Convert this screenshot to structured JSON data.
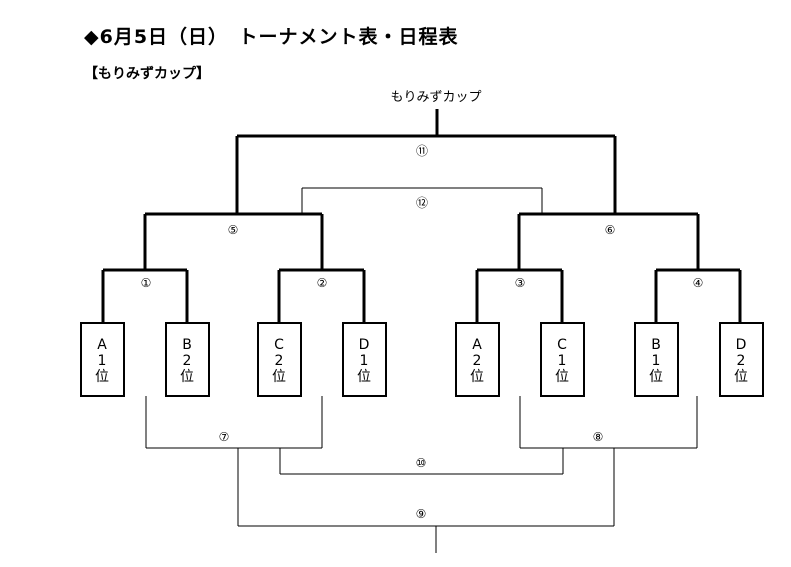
{
  "page": {
    "title": "◆6月5日（日）　トーナメント表・日程表",
    "subtitle": "【もりみずカップ】"
  },
  "bracket": {
    "winner_label": "もりみずカップ",
    "match_numbers": {
      "m1": "①",
      "m2": "②",
      "m3": "③",
      "m4": "④",
      "m5": "⑤",
      "m6": "⑥",
      "m7": "⑦",
      "m8": "⑧",
      "m9": "⑨",
      "m10": "⑩",
      "m11": "⑪",
      "m12": "⑫"
    },
    "teams": [
      {
        "group": "A",
        "rank": "1",
        "suffix": "位"
      },
      {
        "group": "B",
        "rank": "2",
        "suffix": "位"
      },
      {
        "group": "C",
        "rank": "2",
        "suffix": "位"
      },
      {
        "group": "D",
        "rank": "1",
        "suffix": "位"
      },
      {
        "group": "A",
        "rank": "2",
        "suffix": "位"
      },
      {
        "group": "C",
        "rank": "1",
        "suffix": "位"
      },
      {
        "group": "B",
        "rank": "1",
        "suffix": "位"
      },
      {
        "group": "D",
        "rank": "2",
        "suffix": "位"
      }
    ]
  }
}
